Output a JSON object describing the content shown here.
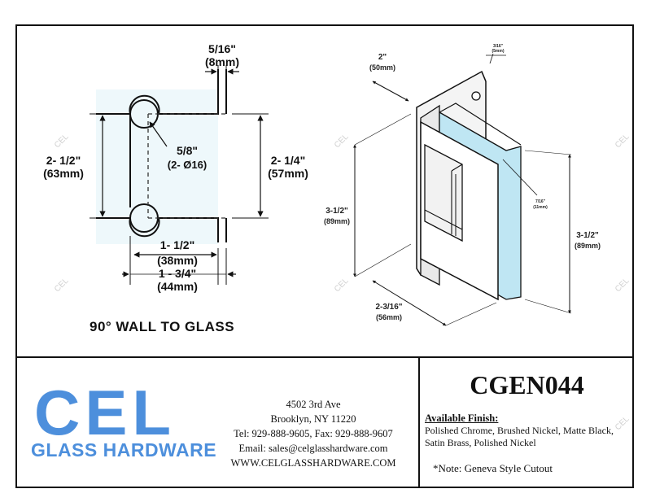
{
  "left_drawing": {
    "dims": {
      "top_width": "5/16\"",
      "top_width_mm": "(8mm)",
      "hole": "5/8\"",
      "hole_sub": "(2- Ø16)",
      "left_height": "2- 1/2\"",
      "left_height_mm": "(63mm)",
      "right_height": "2- 1/4\"",
      "right_height_mm": "(57mm)",
      "bottom_inner": "1- 1/2\"",
      "bottom_inner_mm": "(38mm)",
      "bottom_outer": "1 - 3/4\"",
      "bottom_outer_mm": "(44mm)"
    },
    "caption": "90° WALL TO GLASS"
  },
  "right_drawing": {
    "dims": {
      "depth": "2\"",
      "depth_mm": "(50mm)",
      "gap": "3/16\"",
      "gap_mm": "(5mm)",
      "glass": "7/16\"",
      "glass_mm": "(11mm)",
      "height_left": "3-1/2\"",
      "height_left_mm": "(89mm)",
      "height_right": "3-1/2\"",
      "height_right_mm": "(89mm)",
      "width": "2-3/16\"",
      "width_mm": "(56mm)"
    }
  },
  "logo": {
    "name": "CEL",
    "subtitle": "GLASS HARDWARE"
  },
  "contact": {
    "street": "4502 3rd Ave",
    "city": "Brooklyn, NY 11220",
    "phone": "Tel: 929-888-9605, Fax: 929-888-9607",
    "email": "Email: sales@celglasshardware.com",
    "website": "WWW.CELGLASSHARDWARE.COM"
  },
  "product": {
    "model": "CGEN044",
    "finish_label": "Available Finish:",
    "finishes": "Polished Chrome, Brushed Nickel, Matte Black, Satin Brass, Polished Nickel",
    "note": "*Note:  Geneva  Style Cutout"
  },
  "watermark": "CEL",
  "colors": {
    "brand_blue": "#4d8fdc",
    "glass_blue": "#bfe6f3",
    "wall_blue": "#eef8fb"
  }
}
